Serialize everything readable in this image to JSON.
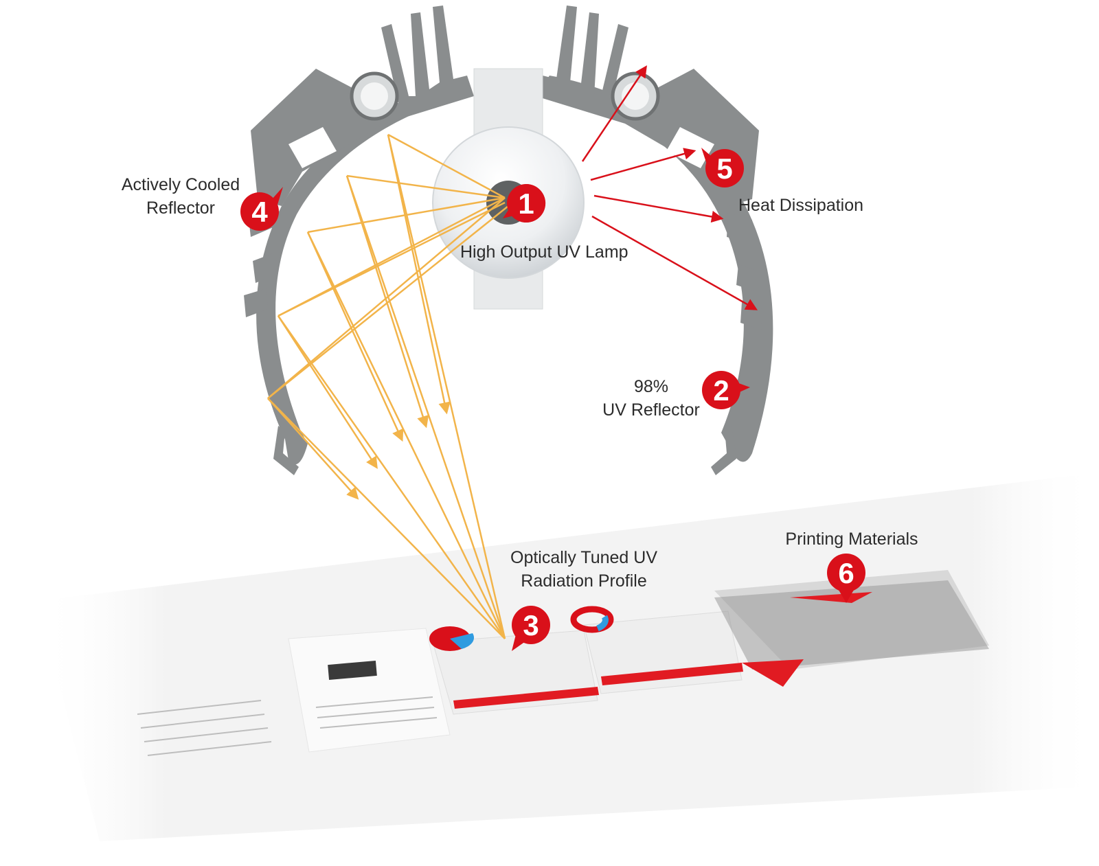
{
  "labels": {
    "lamp": "High Output UV Lamp",
    "reflector_line1": "98%",
    "reflector_line2": "UV Reflector",
    "profile_line1": "Optically Tuned UV",
    "profile_line2": "Radiation Profile",
    "cooled_line1": "Actively Cooled",
    "cooled_line2": "Reflector",
    "heat": "Heat Dissipation",
    "materials": "Printing Materials"
  },
  "markers": [
    "1",
    "2",
    "3",
    "4",
    "5",
    "6"
  ],
  "colors": {
    "marker_red": "#d9101a",
    "reflector_gray": "#8a8d8e",
    "uv_ray_yellow": "#f2b44a",
    "heat_arrow_red": "#d9101a",
    "label_text": "#2b2b2b"
  },
  "icons": {
    "marker_shape": "map-pin-marker",
    "lamp": "uv-lamp-bulb",
    "reflector": "finned-reflector-housing",
    "substrate": "printed-sheet-strip"
  }
}
